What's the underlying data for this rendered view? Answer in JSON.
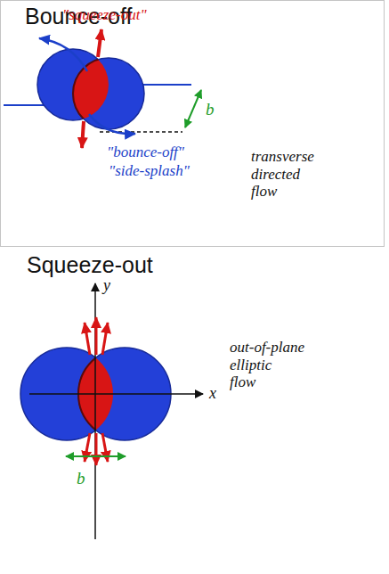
{
  "diagram": {
    "labels": [
      "Bounce-off",
      "\"squeeze-out\"",
      "b",
      "\"bounce-off\"",
      "\"side-splash\"",
      "transverse directed flow",
      "Squeeze-out",
      "y",
      "x",
      "b",
      "out-of-plane elliptic flow"
    ]
  }
}
